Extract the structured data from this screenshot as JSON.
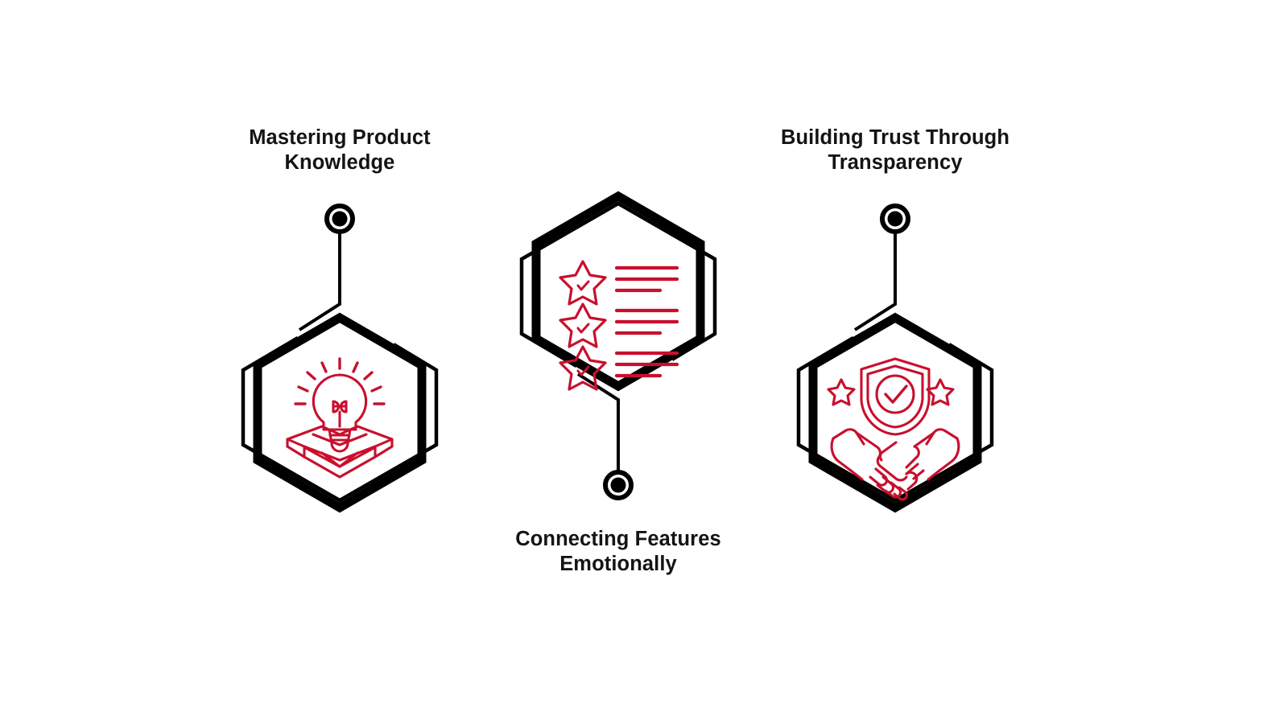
{
  "page": {
    "title": "Mastering Product Knowledge / Connecting Features Emotionally / Building Trust Through Transparency",
    "background_color": "#ffffff",
    "accent_color": "#C8102E",
    "outline_color": "#000000",
    "text_color": "#141414"
  },
  "nodes": [
    {
      "id": "mastering-product-knowledge",
      "label": "Mastering Product\nKnowledge",
      "label_position": "top",
      "connector_direction": "up",
      "icon_name": "lightbulb-in-open-box-icon",
      "icon_color": "#C8102E",
      "orientation": "upright"
    },
    {
      "id": "connecting-features-emotionally",
      "label": "Connecting Features\nEmotionally",
      "label_position": "bottom",
      "connector_direction": "down",
      "icon_name": "star-checklist-icon",
      "icon_color": "#C8102E",
      "orientation": "flipped"
    },
    {
      "id": "building-trust-through-transparency",
      "label": "Building Trust Through\nTransparency",
      "label_position": "top",
      "connector_direction": "up",
      "icon_name": "handshake-shield-check-icon",
      "icon_color": "#C8102E",
      "orientation": "upright"
    }
  ]
}
